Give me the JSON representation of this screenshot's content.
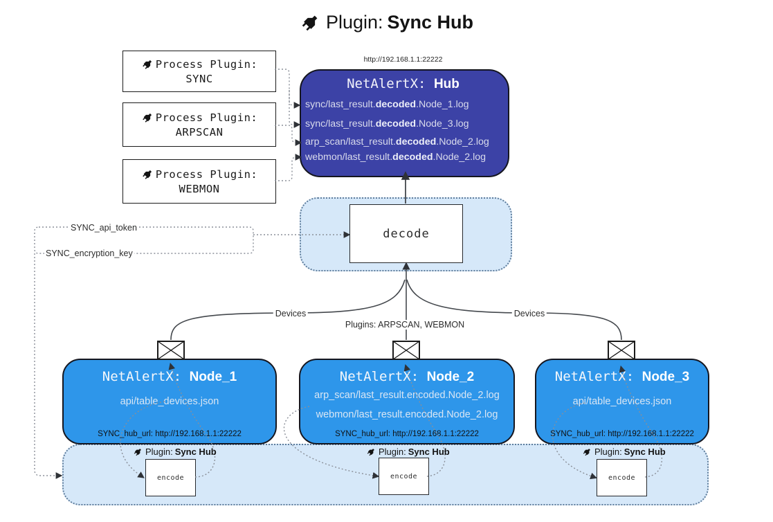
{
  "title": {
    "prefix": "Plugin:",
    "name": "Sync Hub"
  },
  "hub": {
    "url": "http://192.168.1.1:22222",
    "name_prefix": "NetAlertX:",
    "name": "Hub",
    "logs": [
      {
        "pre": "sync/last_result.",
        "bold": "decoded",
        "post": ".Node_1.log"
      },
      {
        "pre": "sync/last_result.",
        "bold": "decoded",
        "post": ".Node_3.log"
      },
      {
        "pre": "arp_scan/last_result.",
        "bold": "decoded",
        "post": ".Node_2.log"
      },
      {
        "pre": "webmon/last_result.",
        "bold": "decoded",
        "post": ".Node_2.log"
      }
    ]
  },
  "process_plugins": [
    {
      "label": "Process Plugin:",
      "name": "SYNC"
    },
    {
      "label": "Process Plugin:",
      "name": "ARPSCAN"
    },
    {
      "label": "Process Plugin:",
      "name": "WEBMON"
    }
  ],
  "decode_label": "decode",
  "encode_label": "encode",
  "settings": {
    "api_token": "SYNC_api_token",
    "encryption_key": "SYNC_encryption_key"
  },
  "edge_labels": {
    "devices_left": "Devices",
    "plugins_center": "Plugins: ARPSCAN, WEBMON",
    "devices_right": "Devices"
  },
  "nodes": [
    {
      "name_prefix": "NetAlertX:",
      "name": "Node_1",
      "files": [
        "api/table_devices.json"
      ],
      "hub_url": "SYNC_hub_url: http://192.168.1.1:22222"
    },
    {
      "name_prefix": "NetAlertX:",
      "name": "Node_2",
      "files": [
        "arp_scan/last_result.encoded.Node_2.log",
        "webmon/last_result.encoded.Node_2.log"
      ],
      "hub_url": "SYNC_hub_url: http://192.168.1.1:22222"
    },
    {
      "name_prefix": "NetAlertX:",
      "name": "Node_3",
      "files": [
        "api/table_devices.json"
      ],
      "hub_url": "SYNC_hub_url: http://192.168.1.1:22222"
    }
  ],
  "encode_band": {
    "plugin_prefix": "Plugin:",
    "plugin_name": "Sync Hub"
  },
  "colors": {
    "hub_fill": "#3c42a6",
    "node_fill": "#2e96ea",
    "panel_fill": "#d6e8f9",
    "panel_border": "#5f7d9c",
    "edge": "#44484d",
    "dotted": "#8a8f98",
    "arrowhead": "#2f3237"
  }
}
